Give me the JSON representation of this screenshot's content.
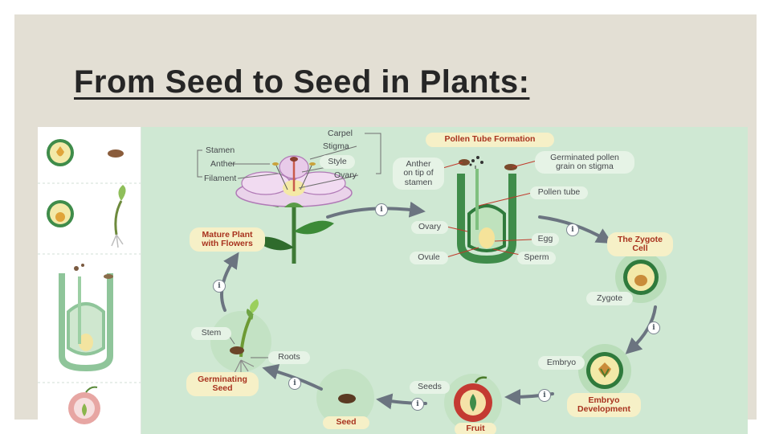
{
  "slide": {
    "title": "From Seed to Seed in Plants:"
  },
  "flower_labels": {
    "stamen": "Stamen",
    "anther": "Anther",
    "filament": "Filament",
    "carpel": "Carpel",
    "stigma": "Stigma",
    "style": "Style",
    "ovary": "Ovary"
  },
  "pollination_labels": {
    "pollen_tube_formation": "Pollen Tube Formation",
    "anther_on_tip": "Anther\non tip of\nstamen",
    "germinated_pollen": "Germinated pollen\ngrain on stigma",
    "pollen_tube": "Pollen tube",
    "ovary": "Ovary",
    "egg": "Egg",
    "ovule": "Ovule",
    "sperm": "Sperm"
  },
  "cycle_stages": {
    "mature_plant": "Mature Plant\nwith Flowers",
    "zygote_cell": "The Zygote\nCell",
    "zygote": "Zygote",
    "embryo": "Embryo",
    "embryo_development": "Embryo\nDevelopment",
    "fruit": "Fruit",
    "seeds": "Seeds",
    "seed": "Seed",
    "germinating_seed": "Germinating\nSeed",
    "stem": "Stem",
    "roots": "Roots"
  },
  "step_marker": "i",
  "colors": {
    "slide_background": "#e3dfd4",
    "diagram_background": "#cfe8d3",
    "stage_label": "#a8321e",
    "arrow": "#6b7480"
  }
}
